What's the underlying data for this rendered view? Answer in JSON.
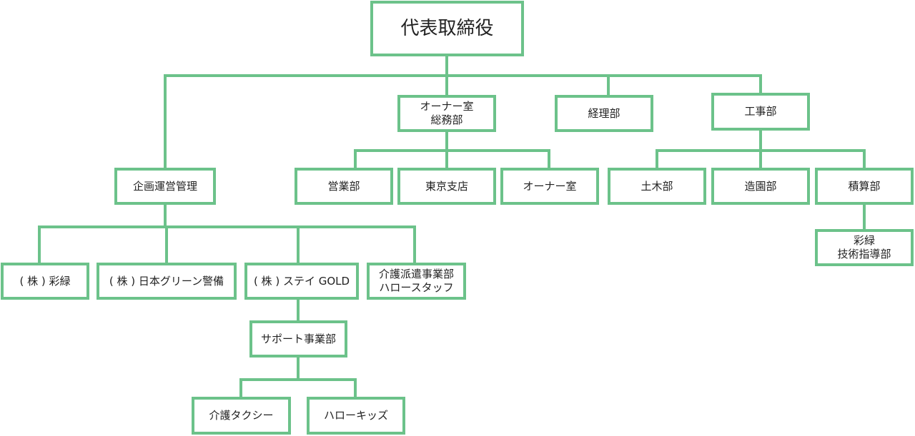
{
  "colors": {
    "line": "#6cc28a",
    "box_border": "#6cc28a",
    "text": "#222222"
  },
  "nodes": {
    "ceo": "代表取締役",
    "owner_office_general_affairs": "オーナー室\n総務部",
    "accounting": "経理部",
    "construction": "工事部",
    "planning_management": "企画運営管理",
    "sales": "営業部",
    "tokyo_branch": "東京支店",
    "owner_office": "オーナー室",
    "civil_engineering": "土木部",
    "landscaping": "造園部",
    "estimating": "積算部",
    "sairoku_tech": "彩緑\n技術指導部",
    "sairoku_co": "( 株 ) 彩緑",
    "nihon_green_security": "( 株 ) 日本グリーン警備",
    "stay_gold": "( 株 ) ステイ GOLD",
    "care_dispatch": "介護派遣事業部\nハロースタッフ",
    "support_business": "サポート事業部",
    "care_taxi": "介護タクシー",
    "hello_kids": "ハローキッズ"
  }
}
